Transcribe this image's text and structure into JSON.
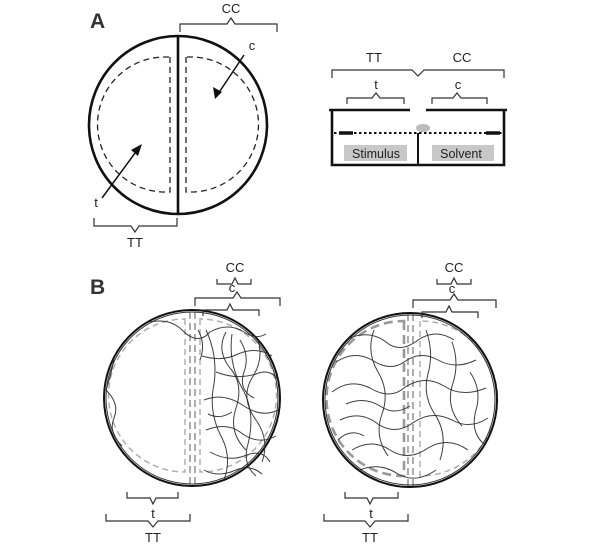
{
  "panels": [
    {
      "label": "A"
    },
    {
      "label": "B"
    }
  ],
  "panel_a": {
    "arena_top": {
      "test_zone": "TT",
      "control_zone": "CC",
      "test_area": "t",
      "control_area": "c"
    },
    "arena_side": {
      "test_zone": "TT",
      "control_zone": "CC",
      "test_area": "t",
      "control_area": "c",
      "stimulus": "Stimulus",
      "solvent": "Solvent"
    }
  },
  "panel_b": {
    "arena_left": {
      "control_zone": "CC",
      "control_area": "c",
      "test_area": "t",
      "test_zone": "TT"
    },
    "arena_right": {
      "control_zone": "CC",
      "control_area": "c",
      "test_area": "t",
      "test_zone": "TT"
    }
  },
  "colors": {
    "outline": "#111111",
    "dashed": "#999999",
    "pad": "#bbbbbb",
    "track": "#2a2a2a"
  }
}
